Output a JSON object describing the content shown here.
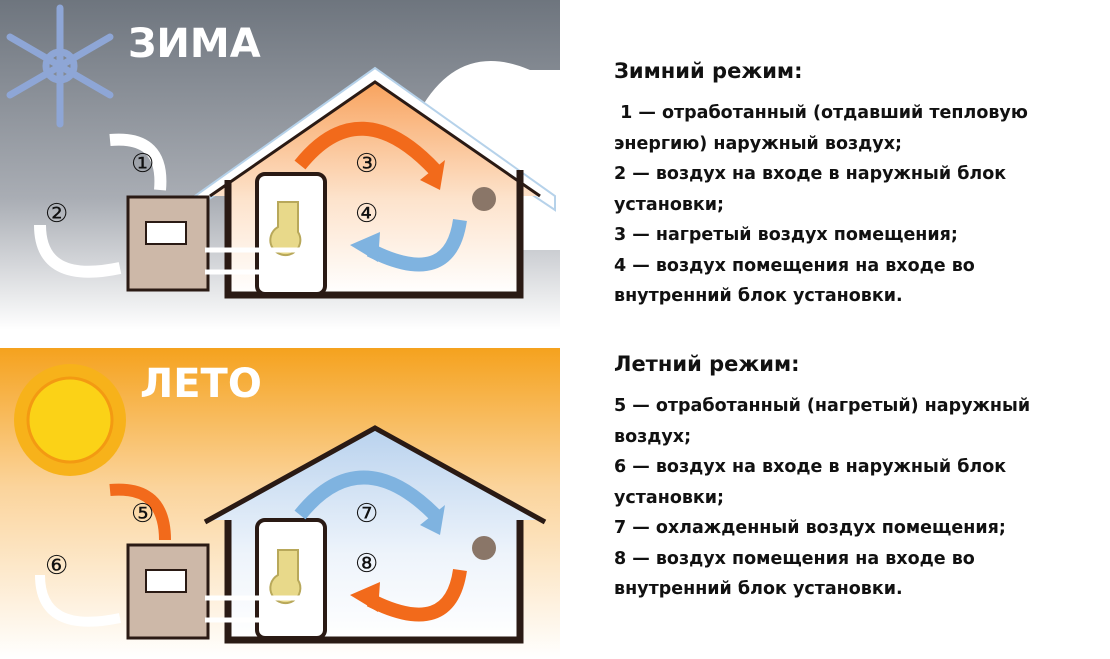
{
  "winter": {
    "label": "ЗИМА",
    "markers": [
      "①",
      "②",
      "③",
      "④"
    ],
    "legend_title": "Зимний режим:",
    "legend_lines": [
      " 1 — отработанный (отдавший тепловую",
      "энергию) наружный воздух;",
      "2 — воздух на входе в наружный блок",
      "установки;",
      "3 — нагретый воздух помещения;",
      "4 — воздух помещения на входе во",
      "внутренний блок установки."
    ],
    "colors": {
      "sky_top": "#6e757e",
      "interior": "#fbc79a",
      "hot_arrow": "#f26a1b",
      "cool_arrow": "#7fb3e0"
    }
  },
  "summer": {
    "label": "ЛЕТО",
    "markers": [
      "⑤",
      "⑥",
      "⑦",
      "⑧"
    ],
    "legend_title": "Летний режим:",
    "legend_lines": [
      "5 — отработанный (нагретый) наружный",
      "воздух;",
      "6 — воздух на входе в наружный блок",
      "установки;",
      "7 — охлажденный воздух помещения;",
      "8 — воздух помещения на входе во",
      "внутренний блок установки."
    ],
    "colors": {
      "sky_top": "#f5a21e",
      "interior": "#cfe0f3",
      "hot_arrow": "#f26a1b",
      "cool_arrow": "#7fb3e0"
    }
  }
}
